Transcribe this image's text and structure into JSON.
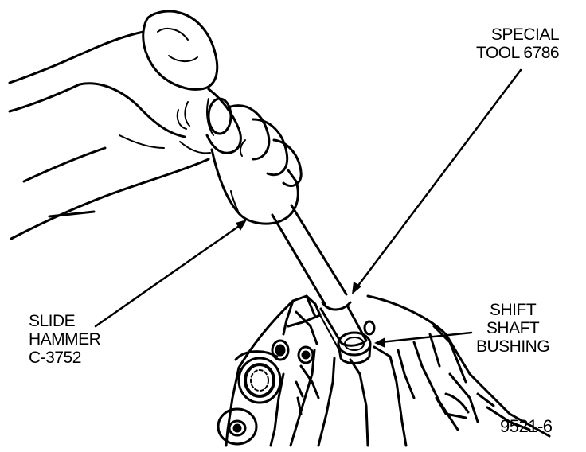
{
  "labels": {
    "special_tool": [
      "SPECIAL",
      "TOOL 6786"
    ],
    "slide_hammer": [
      "SLIDE",
      "HAMMER",
      "C-3752"
    ],
    "shift_shaft_bushing": [
      "SHIFT",
      "SHAFT",
      "BUSHING"
    ],
    "figure_number": "9521-6"
  },
  "colors": {
    "ink": "#000000",
    "paper": "#ffffff"
  }
}
